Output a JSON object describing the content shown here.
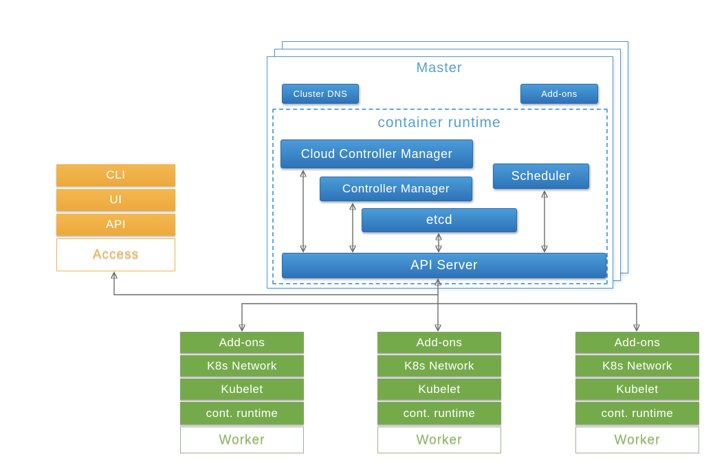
{
  "master": {
    "title": "Master",
    "cluster_dns_label": "Cluster DNS",
    "addons_label": "Add-ons",
    "runtime_title": "container runtime",
    "components": {
      "cloud_controller_manager": "Cloud Controller Manager",
      "controller_manager": "Controller Manager",
      "scheduler": "Scheduler",
      "etcd": "etcd",
      "api_server": "API Server"
    }
  },
  "access": {
    "rows": [
      "CLI",
      "UI",
      "API"
    ],
    "footer": "Access"
  },
  "workers": [
    {
      "rows": [
        "Add-ons",
        "K8s Network",
        "Kubelet",
        "cont. runtime"
      ],
      "footer": "Worker"
    },
    {
      "rows": [
        "Add-ons",
        "K8s Network",
        "Kubelet",
        "cont. runtime"
      ],
      "footer": "Worker"
    },
    {
      "rows": [
        "Add-ons",
        "K8s Network",
        "Kubelet",
        "cont. runtime"
      ],
      "footer": "Worker"
    }
  ],
  "colors": {
    "component_blue_top": "#4c9cd8",
    "component_blue_bottom": "#2d73b8",
    "master_border_blue": "#4e96cf",
    "light_blue_text": "#56a0d6",
    "access_orange": "#f0b149",
    "worker_green": "#75aa4b",
    "arrow_gray": "#6b6b6b"
  }
}
